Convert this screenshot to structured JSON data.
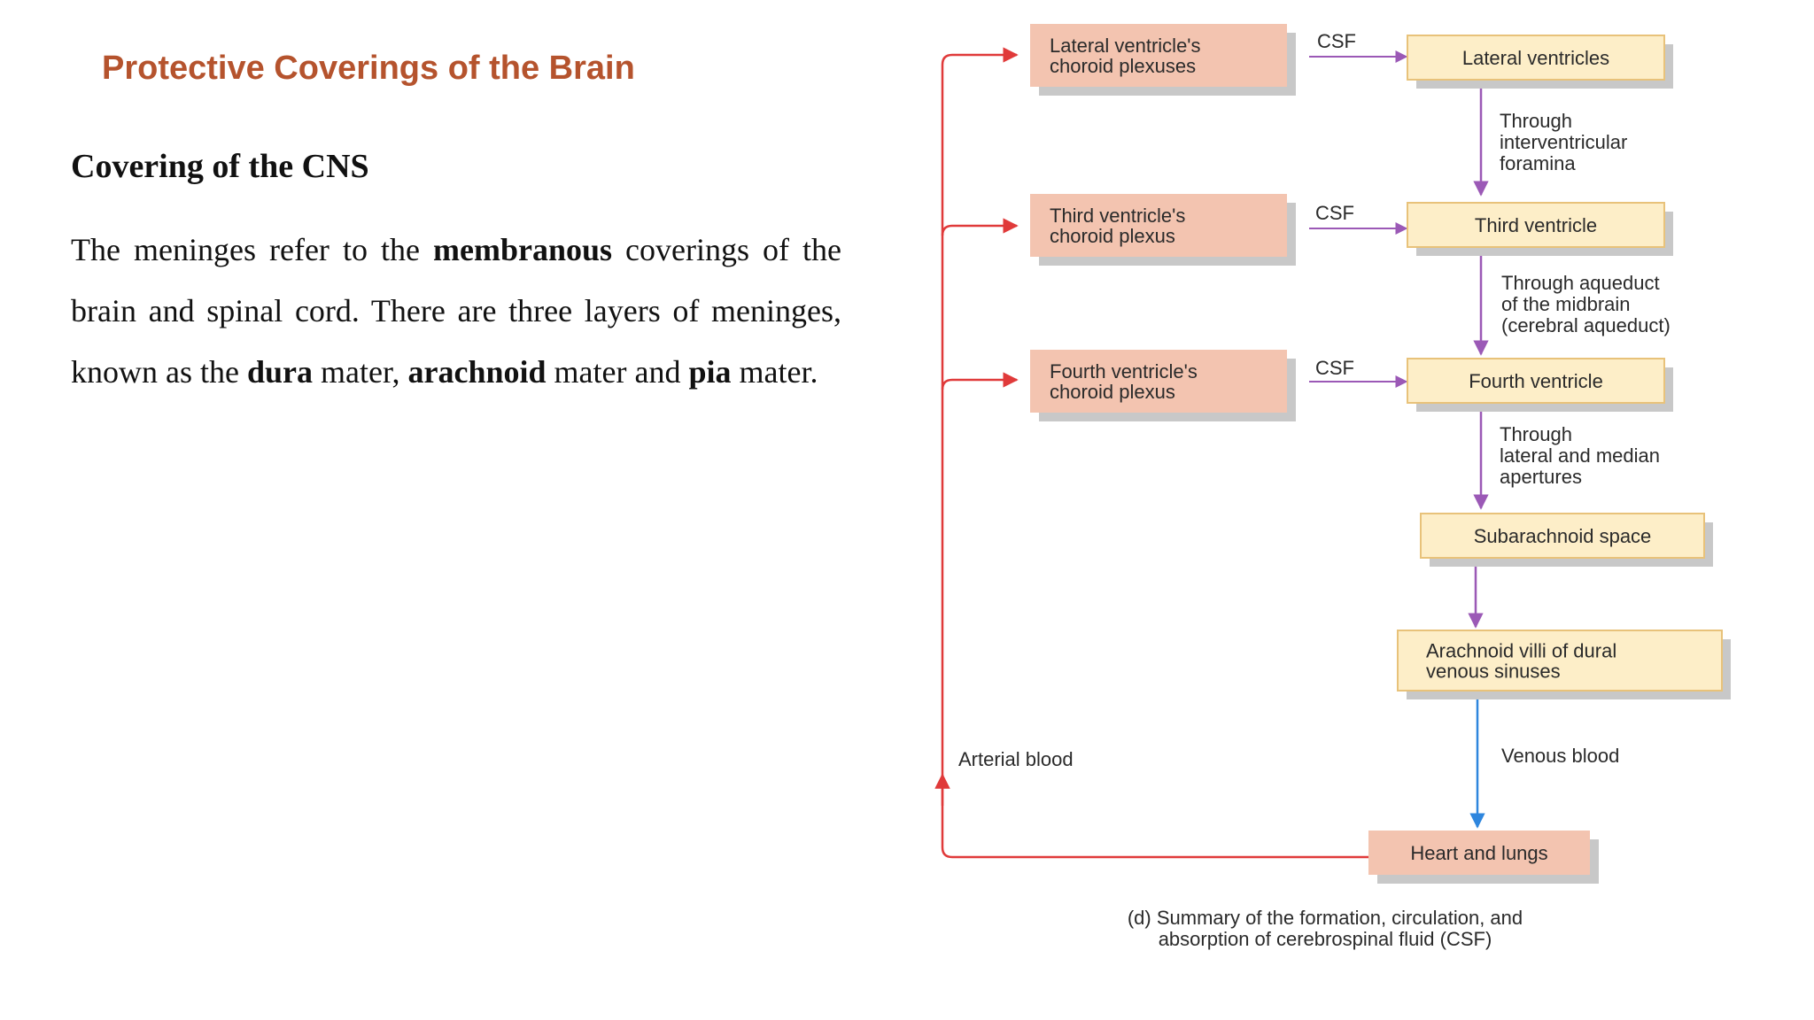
{
  "slide": {
    "title": "Protective Coverings of the Brain",
    "subheading": "Covering of the CNS",
    "paragraph": [
      {
        "text": "The meninges refer to the ",
        "bold": false
      },
      {
        "text": "membranous",
        "bold": true
      },
      {
        "text": " coverings of the brain and spinal cord. There are three layers of meninges, known as the ",
        "bold": false
      },
      {
        "text": "dura",
        "bold": true
      },
      {
        "text": " mater, ",
        "bold": false
      },
      {
        "text": "arachnoid",
        "bold": true
      },
      {
        "text": " mater and ",
        "bold": false
      },
      {
        "text": "pia",
        "bold": true
      },
      {
        "text": " mater.",
        "bold": false
      }
    ]
  },
  "diagram": {
    "nodes": {
      "lat_plexus": [
        "Lateral ventricle's",
        "choroid plexuses"
      ],
      "third_plexus": [
        "Third ventricle's",
        "choroid plexus"
      ],
      "fourth_plexus": [
        "Fourth ventricle's",
        "choroid plexus"
      ],
      "lat_vent": [
        "Lateral ventricles"
      ],
      "third_vent": [
        "Third ventricle"
      ],
      "fourth_vent": [
        "Fourth ventricle"
      ],
      "subarachnoid": [
        "Subarachnoid space"
      ],
      "villi": [
        "Arachnoid villi of dural",
        "venous sinuses"
      ],
      "heart": [
        "Heart and lungs"
      ]
    },
    "edge_labels": {
      "csf1": "CSF",
      "csf2": "CSF",
      "csf3": "CSF",
      "interventricular": [
        "Through",
        "interventricular",
        "foramina"
      ],
      "aqueduct": [
        "Through aqueduct",
        "of the midbrain",
        "(cerebral aqueduct)"
      ],
      "apertures": [
        "Through",
        "lateral and median",
        "apertures"
      ],
      "venous": "Venous blood",
      "arterial": "Arterial blood"
    },
    "caption": [
      "(d) Summary of the formation, circulation, and",
      "absorption of cerebrospinal fluid (CSF)"
    ],
    "colors": {
      "plexus_fill": "#f3c4b0",
      "ventricle_fill": "#fdeec8",
      "ventricle_border": "#e8c27a",
      "shadow": "#c8c8c8",
      "csf_arrow": "#9b59b6",
      "venous_arrow": "#2e86de",
      "arterial_arrow": "#e03a3a"
    }
  }
}
